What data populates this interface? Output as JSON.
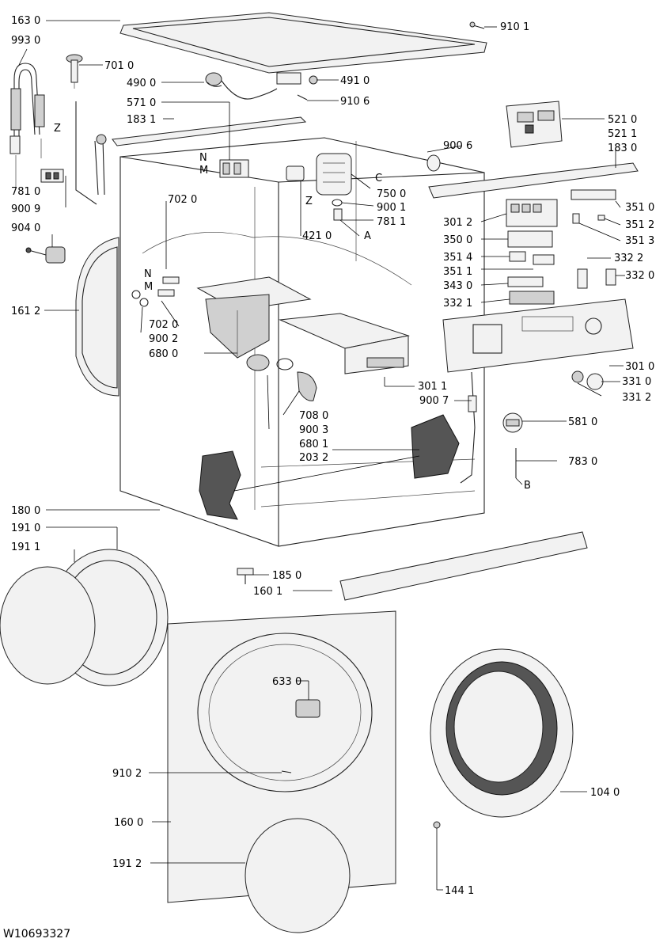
{
  "document_id": "W10693327",
  "callouts": [
    {
      "id": "163_0",
      "label": "163 0"
    },
    {
      "id": "993_0",
      "label": "993 0"
    },
    {
      "id": "910_1",
      "label": "910 1"
    },
    {
      "id": "701_0",
      "label": "701 0"
    },
    {
      "id": "490_0",
      "label": "490 0"
    },
    {
      "id": "491_0",
      "label": "491 0"
    },
    {
      "id": "910_6",
      "label": "910 6"
    },
    {
      "id": "571_0",
      "label": "571 0"
    },
    {
      "id": "183_1",
      "label": "183 1"
    },
    {
      "id": "521_0",
      "label": "521 0"
    },
    {
      "id": "521_1",
      "label": "521 1"
    },
    {
      "id": "183_0",
      "label": "183 0"
    },
    {
      "id": "900_6",
      "label": "900 6"
    },
    {
      "id": "z_a",
      "label": "Z"
    },
    {
      "id": "n_a",
      "label": "N"
    },
    {
      "id": "m_a",
      "label": "M"
    },
    {
      "id": "c_a",
      "label": "C"
    },
    {
      "id": "750_0",
      "label": "750 0"
    },
    {
      "id": "781_0",
      "label": "781 0"
    },
    {
      "id": "900_9",
      "label": "900 9"
    },
    {
      "id": "702_0a",
      "label": "702 0"
    },
    {
      "id": "z_b",
      "label": "Z"
    },
    {
      "id": "900_1",
      "label": "900 1"
    },
    {
      "id": "781_1",
      "label": "781 1"
    },
    {
      "id": "421_0",
      "label": "421 0"
    },
    {
      "id": "a_a",
      "label": "A"
    },
    {
      "id": "301_2",
      "label": "301 2"
    },
    {
      "id": "351_0",
      "label": "351 0"
    },
    {
      "id": "351_2",
      "label": "351 2"
    },
    {
      "id": "351_3",
      "label": "351 3"
    },
    {
      "id": "904_0",
      "label": "904 0"
    },
    {
      "id": "350_0",
      "label": "350 0"
    },
    {
      "id": "351_4",
      "label": "351 4"
    },
    {
      "id": "332_2",
      "label": "332 2"
    },
    {
      "id": "351_1",
      "label": "351 1"
    },
    {
      "id": "332_0",
      "label": "332 0"
    },
    {
      "id": "n_b",
      "label": "N"
    },
    {
      "id": "m_b",
      "label": "M"
    },
    {
      "id": "343_0",
      "label": "343 0"
    },
    {
      "id": "161_2",
      "label": "161 2"
    },
    {
      "id": "332_1",
      "label": "332 1"
    },
    {
      "id": "702_0b",
      "label": "702 0"
    },
    {
      "id": "900_2",
      "label": "900 2"
    },
    {
      "id": "680_0",
      "label": "680 0"
    },
    {
      "id": "301_0",
      "label": "301 0"
    },
    {
      "id": "331_0",
      "label": "331 0"
    },
    {
      "id": "301_1",
      "label": "301 1"
    },
    {
      "id": "331_2",
      "label": "331 2"
    },
    {
      "id": "900_7",
      "label": "900 7"
    },
    {
      "id": "708_0",
      "label": "708 0"
    },
    {
      "id": "581_0",
      "label": "581 0"
    },
    {
      "id": "900_3",
      "label": "900 3"
    },
    {
      "id": "680_1",
      "label": "680 1"
    },
    {
      "id": "203_2",
      "label": "203 2"
    },
    {
      "id": "783_0",
      "label": "783 0"
    },
    {
      "id": "b_a",
      "label": "B"
    },
    {
      "id": "180_0",
      "label": "180 0"
    },
    {
      "id": "191_0",
      "label": "191 0"
    },
    {
      "id": "191_1",
      "label": "191 1"
    },
    {
      "id": "185_0",
      "label": "185 0"
    },
    {
      "id": "160_1",
      "label": "160 1"
    },
    {
      "id": "633_0",
      "label": "633 0"
    },
    {
      "id": "910_2",
      "label": "910 2"
    },
    {
      "id": "104_0",
      "label": "104 0"
    },
    {
      "id": "160_0",
      "label": "160 0"
    },
    {
      "id": "191_2",
      "label": "191 2"
    },
    {
      "id": "144_1",
      "label": "144 1"
    }
  ]
}
